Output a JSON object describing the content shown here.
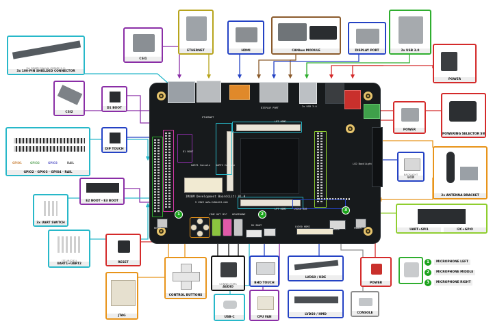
{
  "board": {
    "title": "IMX8M Development Board(Lit) V1.0",
    "url": "© 2022 www.ezboard.com",
    "silk": {
      "ethernet": "ETHERNET",
      "display_port": "DISPLAY PORT",
      "lpt_hdmi_top": "LPT HDMI",
      "lpt_hdmi_bottom": "LPT HDMI",
      "usb_label": "2x USB 3.0",
      "uart1": "UART1 Console",
      "uart2": "UART2 Console",
      "lcd_backlight": "LCD Backlight",
      "lvds_hdmi": "LVDS0 HDMI",
      "lvds_6x": "LVDS0 6X6",
      "mic_boot": "D1 BOOT",
      "line_out": "LINE OUT",
      "headphone": "HEADPHONE",
      "mic": "MIC",
      "reset": "RESET",
      "console": "CONSOLE",
      "power": "POWER",
      "rx_boot": "RX BOOT"
    }
  },
  "callouts": {
    "shielded": {
      "label": "3x 100-PIN SHIELDED CONNECTOR",
      "sub": "For SMARC Module (SMARC 2.1)"
    },
    "csi1": "CSI1",
    "ethernet": "ETHERNET",
    "hdmi": "HDMI",
    "canbus": "CANbus MODULE",
    "display_port": "DISPLAY PORT",
    "usb3": "2x USB 3.0",
    "power_top": "POWER",
    "csi2": "CSI2",
    "d1_boot": "D1 BOOT",
    "dip": "DIP TOUCH",
    "gpio_header": "GPIO2 · GPIO3 · GPIO4 · RAIL",
    "gpio_parts": [
      "GPIO1",
      "GPIO2",
      "GPIO3",
      "RAIL"
    ],
    "e2_boot": "E2 BOOT · E3 BOOT",
    "uart_switch": "3x UART SWITCH",
    "uart_header": {
      "label": "UART1+UART2",
      "sub": "(TTL/RS232)"
    },
    "power_mid": "POWER",
    "powering_switch": "POWERING SELECTOR SWITCH",
    "lcd": {
      "label": "LCD",
      "sub": "BACKLIGHT"
    },
    "antenna": "2x ANTENNA BRACKET",
    "uart_spi": "UART+SPI1",
    "i2c_gpio": "I2C+GPIO",
    "reset": "RESET",
    "control_buttons": "CONTROL BUTTONS",
    "jtag": "JTAG",
    "audio": {
      "label": "AUDIO",
      "sub": "CONNECTORS"
    },
    "bhd_touch": "BHD TOUCH",
    "usb_c": "USB-C",
    "cpu_fan": "CPU FAN",
    "lvds_kde": "LVDS0 / KDE",
    "lvds_hmd": "LVDS0 / HMD",
    "console": "CONSOLE",
    "power_bottom": "POWER"
  },
  "legend": [
    {
      "num": "1",
      "text": "MICROPHONE LEFT"
    },
    {
      "num": "2",
      "text": "MICROPHONE MIDDLE"
    },
    {
      "num": "3",
      "text": "MICROPHONE RIGHT"
    }
  ],
  "colors": {
    "cyan": "#27b8c9",
    "purple": "#8a2ea6",
    "olive": "#b7a41c",
    "blue": "#2442c4",
    "brown": "#8a5a2b",
    "green": "#2fae2f",
    "red": "#d42a2a",
    "orange": "#e8941a",
    "gray": "#8c8c8c",
    "pink": "#d63aa8"
  }
}
